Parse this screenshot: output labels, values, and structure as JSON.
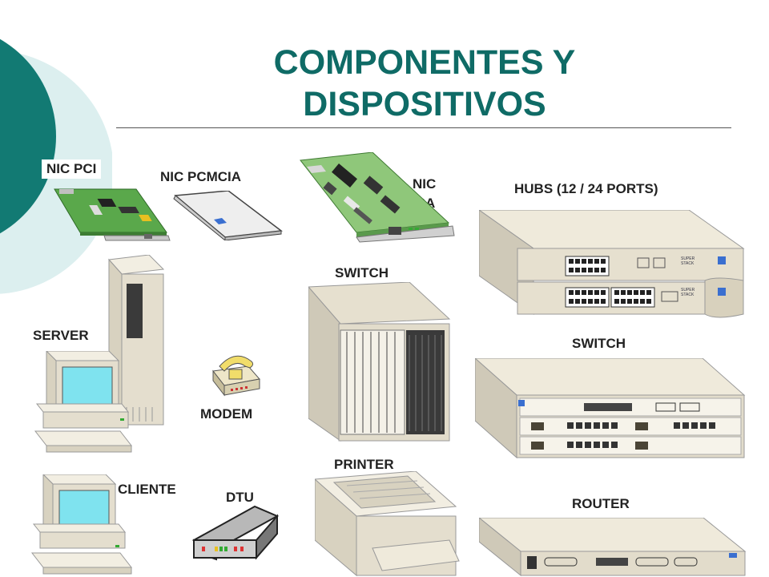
{
  "slide": {
    "title_line1": "COMPONENTES Y",
    "title_line2": "DISPOSITIVOS"
  },
  "labels": {
    "nic_pci": "NIC PCI",
    "nic_pcmcia": "NIC PCMCIA",
    "nic_isa_line1": "NIC",
    "nic_isa_line2": "ISA",
    "hubs": "HUBS (12 / 24 PORTS)",
    "switch_center": "SWITCH",
    "switch_right": "SWITCH",
    "server": "SERVER",
    "modem": "MODEM",
    "printer": "PRINTER",
    "cliente": "CLIENTE",
    "dtu": "DTU",
    "router": "ROUTER"
  },
  "brand_text": {
    "hub_badge_top": "SUPER",
    "hub_badge_bottom": "STACK"
  },
  "colors": {
    "accent_teal": "#0f6b66",
    "decor_teal": "#127a73",
    "decor_pale": "#dcefef",
    "device_beige": "#e2dccb",
    "pcb_green": "#5aa84b",
    "screen_cyan": "#7fe3ef",
    "port_blue": "#3a6fd0"
  },
  "icons": [
    "nic-pci-card",
    "pcmcia-card",
    "nic-isa-card",
    "hub-stack",
    "switch-chassis",
    "server-tower",
    "modem-phone",
    "printer",
    "client-computer",
    "dtu-unit",
    "router-unit"
  ]
}
